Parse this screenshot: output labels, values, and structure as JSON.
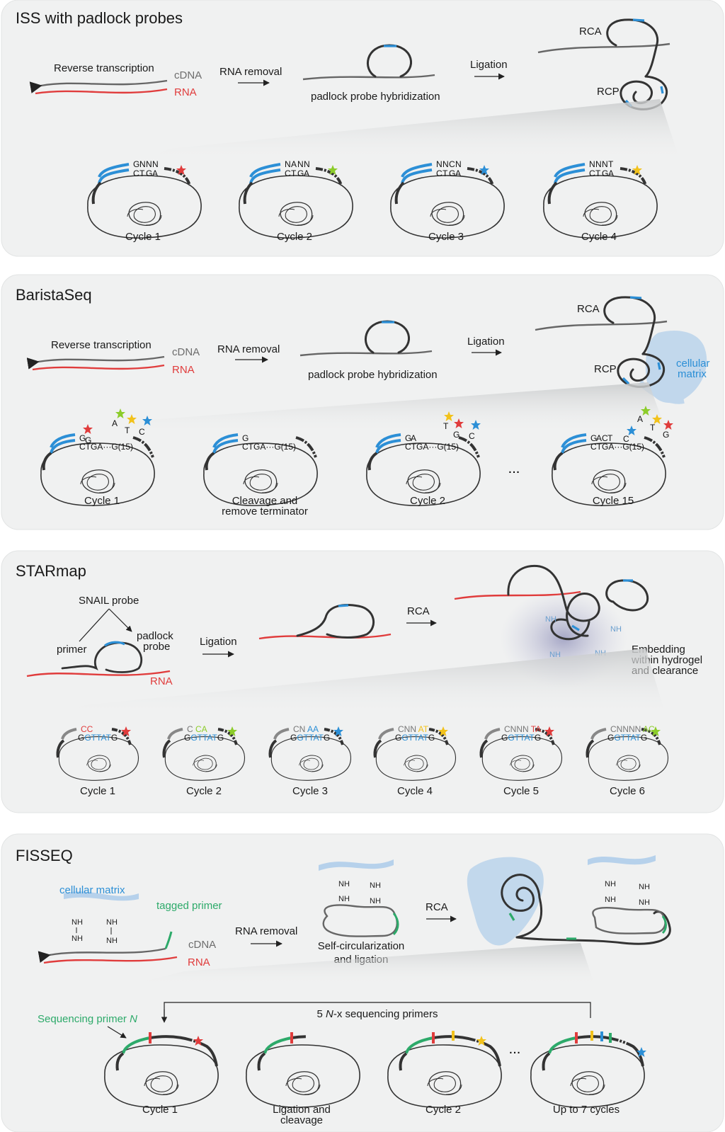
{
  "iss": {
    "title": "ISS with padlock probes",
    "reverse_transcription": "Reverse transcription",
    "cdna": "cDNA",
    "rna": "RNA",
    "rna_removal": "RNA removal",
    "hybridization": "padlock probe hybridization",
    "ligation": "Ligation",
    "rca": "RCA",
    "rcp": "RCP",
    "cycles": [
      {
        "top": [
          "G",
          "N",
          "N",
          "N"
        ],
        "bottom": [
          "C",
          "T",
          "G",
          "A"
        ],
        "label": "Cycle 1"
      },
      {
        "top": [
          "N",
          "A",
          "N",
          "N"
        ],
        "bottom": [
          "C",
          "T",
          "G",
          "A"
        ],
        "label": "Cycle 2"
      },
      {
        "top": [
          "N",
          "N",
          "C",
          "N"
        ],
        "bottom": [
          "C",
          "T",
          "G",
          "A"
        ],
        "label": "Cycle 3"
      },
      {
        "top": [
          "N",
          "N",
          "N",
          "T"
        ],
        "bottom": [
          "C",
          "T",
          "G",
          "A"
        ],
        "label": "Cycle 4"
      }
    ]
  },
  "barista": {
    "title": "BaristaSeq",
    "reverse_transcription": "Reverse transcription",
    "cdna": "cDNA",
    "rna": "RNA",
    "rna_removal": "RNA removal",
    "hybridization": "padlock probe hybridization",
    "ligation": "Ligation",
    "rca": "RCA",
    "rcp": "RCP",
    "cellular_matrix_1": "cellular",
    "cellular_matrix_2": "matrix",
    "ellipsis": "...",
    "seq_core": "CTGA···G(15)",
    "floating_bases": [
      "A",
      "T",
      "C",
      "G"
    ],
    "cycle1_label": "Cycle 1",
    "cleavage_label_1": "Cleavage and",
    "cleavage_label_2": "remove terminator",
    "cycle2_label": "Cycle 2",
    "cycle15_label": "Cycle 15",
    "cycle1_base": "G",
    "cleavage_base": "G",
    "cycle2_bases": [
      "G",
      "A"
    ],
    "cycle15_bases": [
      "G",
      "A",
      "C",
      "T"
    ]
  },
  "starmap": {
    "title": "STARmap",
    "snail_probe": "SNAIL probe",
    "primer": "primer",
    "padlock_1": "padlock",
    "padlock_2": "probe",
    "rna": "RNA",
    "ligation": "Ligation",
    "rca": "RCA",
    "nh": "NH",
    "embed_1": "Embedding",
    "embed_2": "within hydrogel",
    "embed_3": "and clearance",
    "core_seq": "GTTAT",
    "core_g1": "G",
    "core_g2": "G",
    "cycles": [
      {
        "prefix": "",
        "read": "CC",
        "label": "Cycle 1"
      },
      {
        "prefix": "C",
        "read": "CA",
        "label": "Cycle 2"
      },
      {
        "prefix": "CN",
        "read": "AA",
        "label": "Cycle 3"
      },
      {
        "prefix": "CNN",
        "read": "AT",
        "label": "Cycle 4"
      },
      {
        "prefix": "CNNN",
        "read": "TA",
        "label": "Cycle 5"
      },
      {
        "prefix": "CNNNN",
        "read": "AC",
        "label": "Cycle 6"
      }
    ]
  },
  "fisseq": {
    "title": "FISSEQ",
    "cellular_matrix": "cellular matrix",
    "tagged_primer": "tagged primer",
    "cdna": "cDNA",
    "rna": "RNA",
    "nh": "NH",
    "rna_removal": "RNA removal",
    "self_circ_1": "Self-circularization",
    "self_circ_2": "and ligation",
    "rca": "RCA",
    "seq_primer_a": "Sequencing primer ",
    "seq_primer_b": "N",
    "five_a": "5 ",
    "five_b": "N",
    "five_c": "-x sequencing primers",
    "ellipsis": "...",
    "cycle1_label": "Cycle 1",
    "ligation_label_1": "Ligation and",
    "ligation_label_2": "cleavage",
    "cycle2_label": "Cycle 2",
    "up_to_label": "Up to 7 cycles"
  },
  "colors": {
    "red": "#e03c3c",
    "blue": "#2c8fd6",
    "green": "#2daa6a",
    "yellow": "#f2c21b",
    "lime": "#8ccc2a",
    "grey": "#6d6d6d",
    "panel": "#f0f1f1",
    "matrix": "#9cc3e8"
  }
}
